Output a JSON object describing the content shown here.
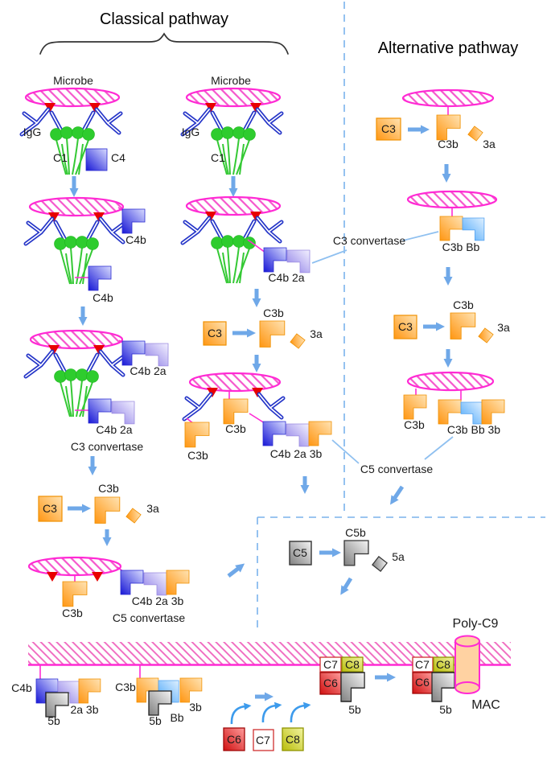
{
  "titles": {
    "classical": "Classical pathway",
    "alternative": "Alternative pathway"
  },
  "glossary": {
    "microbe": "Microbe",
    "igg": "IgG",
    "c1": "C1",
    "c3": "C3",
    "c4": "C4",
    "c4b": "C4b",
    "c3b": "C3b",
    "c5": "C5",
    "c5b": "C5b",
    "c6": "C6",
    "c7": "C7",
    "c8": "C8",
    "bb": "Bb",
    "x2a": "2a",
    "x3a": "3a",
    "x3b": "3b",
    "x5a": "5a",
    "x5b": "5b",
    "c4b2a": "C4b 2a",
    "c4b2a3b": "C4b 2a 3b",
    "c3bbb": "C3b Bb",
    "c3bbb3b": "C3b Bb 3b",
    "x2a3b": "2a 3b",
    "c3conv": "C3 convertase",
    "c5conv": "C5 convertase",
    "polyc9": "Poly-C9",
    "mac": "MAC"
  },
  "colors": {
    "membrane_magenta": "#ff2ad4",
    "antigen_red": "#e80000",
    "antibody_blue": "#2535c8",
    "c1_green": "#2ecc2e",
    "c4b_blue": "#1717d6",
    "c2a_purple": "#8a7ae6",
    "c3_orange": "#ff9612",
    "bb_lightblue": "#4aa6fa",
    "c5_gray": "#808080",
    "c6_red": "#d01010",
    "c8_yellow": "#b9bd0a",
    "polyc9_peach": "#ffd2a2",
    "arrow_blue": "#6fa8e8",
    "dash_blue": "#7ab2ec"
  }
}
